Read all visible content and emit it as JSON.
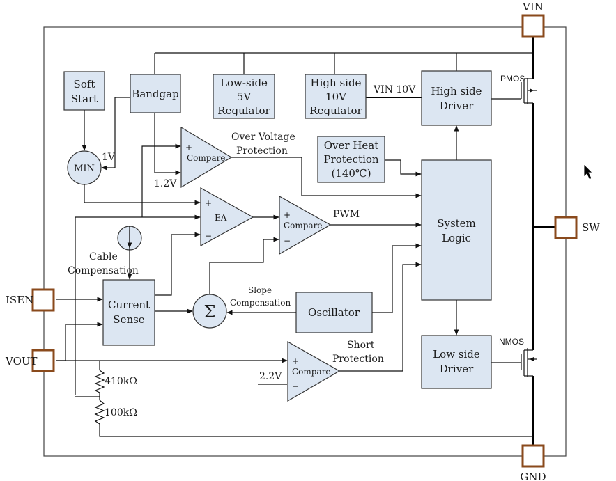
{
  "pins": {
    "vin": "VIN",
    "sw": "SW",
    "gnd": "GND",
    "isen": "ISEN",
    "vout": "VOUT"
  },
  "blocks": {
    "soft_start": [
      "Soft",
      "Start"
    ],
    "bandgap": "Bandgap",
    "lowside_reg": [
      "Low-side",
      "5V",
      "Regulator"
    ],
    "highside_reg": [
      "High side",
      "10V",
      "Regulator"
    ],
    "highside_driver": [
      "High side",
      "Driver"
    ],
    "over_heat": [
      "Over Heat",
      "Protection",
      "(140℃)"
    ],
    "system_logic": [
      "System",
      "Logic"
    ],
    "current_sense": [
      "Current",
      "Sense"
    ],
    "oscillator": "Oscillator",
    "lowside_driver": [
      "Low side",
      "Driver"
    ],
    "min": "MIN",
    "sum": "Σ"
  },
  "comparators": {
    "ovp": "Compare",
    "ea": "EA",
    "pwm": "Compare",
    "short": "Compare",
    "plus": "+",
    "minus": "−"
  },
  "labels": {
    "vin10v": "VIN 10V",
    "pmos": "PMOS",
    "nmos": "NMOS",
    "ovp": [
      "Over Voltage",
      "Protection"
    ],
    "v1": "1V",
    "v1_2": "1.2V",
    "pwm": "PWM",
    "cable": [
      "Cable",
      "Compensation"
    ],
    "slope": [
      "Slope",
      "Compensation"
    ],
    "short": [
      "Short",
      "Protection"
    ],
    "v2_2": "2.2V",
    "r1": "410kΩ",
    "r2": "100kΩ"
  }
}
